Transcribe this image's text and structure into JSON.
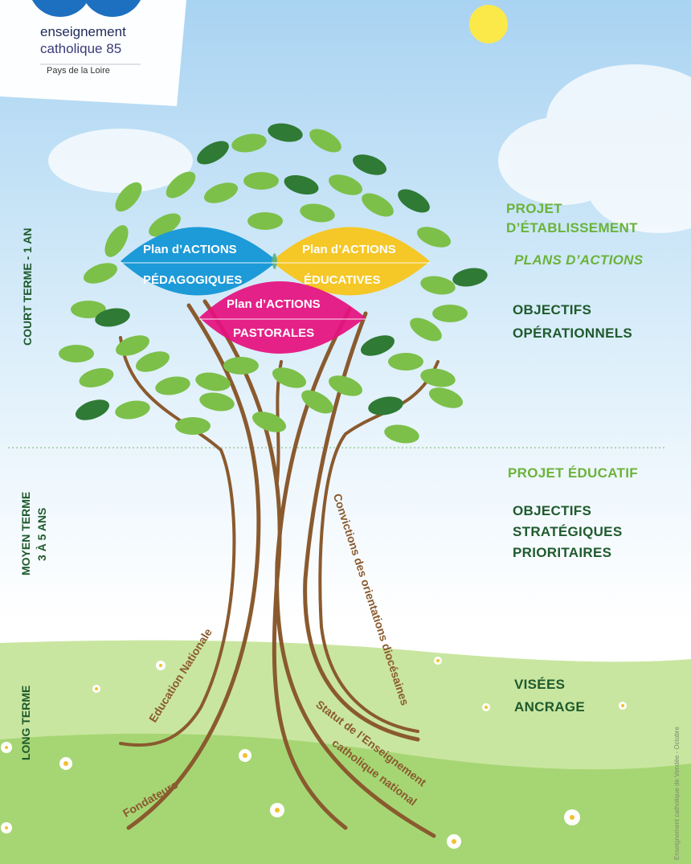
{
  "logo": {
    "line1": "enseignement",
    "line2": "catholique",
    "number": "85",
    "region": "Pays de la Loire"
  },
  "plans": {
    "pedagogiques_top": "Plan d’ACTIONS",
    "pedagogiques_bottom": "PÉDAGOGIQUES",
    "educatives_top": "Plan d’ACTIONS",
    "educatives_bottom": "ÉDUCATIVES",
    "pastorales_top": "Plan d’ACTIONS",
    "pastorales_bottom": "PASTORALES"
  },
  "left_labels": {
    "court": "COURT TERME - 1 AN",
    "moyen_line1": "MOYEN TERME",
    "moyen_line2": "3 À 5 ANS",
    "long": "LONG TERME"
  },
  "right_labels": {
    "projet_etab_line1": "PROJET",
    "projet_etab_line2": "D’ÉTABLISSEMENT",
    "plans_actions": "PLANS D’ACTIONS",
    "obj_op_line1": "OBJECTIFS",
    "obj_op_line2": "OPÉRATIONNELS",
    "projet_educatif": "PROJET ÉDUCATIF",
    "obj_strat_line1": "OBJECTIFS",
    "obj_strat_line2": "STRATÉGIQUES",
    "obj_strat_line3": "PRIORITAIRES",
    "visees": "VISÉES",
    "ancrage": "ANCRAGE"
  },
  "roots": {
    "education_nationale": "Education Nationale",
    "fondateurs": "Fondateurs",
    "convictions": "Convictions des orientations diocésaines",
    "statut_line1": "Statut de l’Enseignement",
    "statut_line2": "catholique national"
  },
  "credit": "Enseignement catholique de Vendée - Octobre",
  "colors": {
    "blue_plan": "#1d9ad8",
    "yellow_plan": "#f7c51b",
    "magenta_plan": "#e5117f",
    "trunk": "#8a5a2e",
    "leaf_light": "#7cc04a",
    "leaf_dark": "#2f7a35",
    "grass": "#9fd06a",
    "sun": "#fbe94a"
  }
}
